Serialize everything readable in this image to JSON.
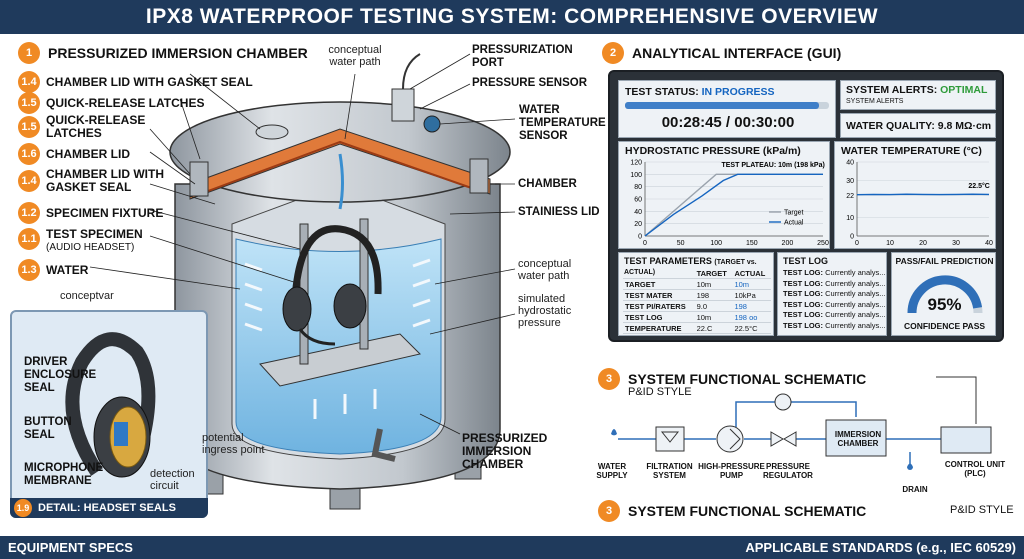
{
  "title": "IPX8 WATERPROOF TESTING SYSTEM: COMPREHENSIVE OVERVIEW",
  "colors": {
    "navy": "#1f3a5c",
    "orange": "#f08a24",
    "water": "#9fd0ee",
    "steel": "#b8bec5",
    "accent_blue": "#1565c0",
    "accent_green": "#2e9b3a"
  },
  "chamber": {
    "number": "1",
    "heading": "PRESSURIZED IMMERSION CHAMBER",
    "left_labels": [
      {
        "num": "1.4",
        "text": "CHAMBER LID WITH GASKET SEAL"
      },
      {
        "num": "1.5",
        "text": "QUICK-RELEASE LATCHES"
      },
      {
        "num": "1.5",
        "text": "QUICK-RELEASE LATCHES"
      },
      {
        "num": "1.6",
        "text": "CHAMBER LID"
      },
      {
        "num": "1.4",
        "text": "CHAMBER LID WITH GASKET SEAL"
      },
      {
        "num": "1.2",
        "text": "SPECIMEN FIXTURE"
      },
      {
        "num": "1.1",
        "text": "TEST SPECIMEN",
        "sub": "(AUDIO HEADSET)"
      },
      {
        "num": "1.3",
        "text": "WATER"
      }
    ],
    "top_label": "conceptual water path",
    "port_label": "PRESSURIZATION PORT",
    "sensor_label": "PRESSURE SENSOR",
    "temp_sensor_label": "WATER TEMPERATURE SENSOR",
    "chamber_label": "CHAMBER",
    "lid_label": "STAINIESS LID",
    "water_path_label": "conceptual water path",
    "hydro_label": "simulated hydrostatic pressure",
    "bottom_label": "PRESSURIZED IMMERSION CHAMBER",
    "concept_label": "conceptvar"
  },
  "detail": {
    "num": "1.9",
    "title": "DETAIL: HEADSET SEALS",
    "labels": [
      "DRIVER ENCLOSURE SEAL",
      "BUTTON SEAL",
      "MICROPHONE MEMBRANE"
    ],
    "ingress": "potential ingress point",
    "circuit": "detection circuit"
  },
  "gui": {
    "number": "2",
    "heading": "ANALYTICAL INTERFACE (GUI)",
    "status_label": "TEST STATUS:",
    "status_value": "IN PROGRESS",
    "progress": 0.95,
    "timer": "00:28:45 / 00:30:00",
    "alerts_label": "SYSTEM ALERTS:",
    "alerts_value": "OPTIMAL",
    "alerts_sub": "SYSTEM ALERTS",
    "water_quality": "WATER QUALITY: 9.8 MΩ·cm",
    "pressure_chart_title": "HYDROSTATIC PRESSURE (kPa/m)",
    "temp_chart_title": "WATER TEMPERATURE (°C)",
    "params_title": "TEST PARAMETERS",
    "params_sub": "(TARGET vs. ACTUAL)",
    "params_headers": [
      "",
      "TARGET",
      "ACTUAL"
    ],
    "params_rows": [
      [
        "TARGET",
        "10m",
        "10m"
      ],
      [
        "TEST MATER",
        "198",
        "10kPa"
      ],
      [
        "TEST PI/RATERS",
        "9.0",
        "198"
      ],
      [
        "TEST LOG",
        "10m",
        "198 oo"
      ],
      [
        "TEMPERATURE",
        "22.C",
        "22.5°C"
      ]
    ],
    "log_title": "TEST LOG",
    "log_rows": [
      [
        "TEST LOG:",
        "Currently analys..."
      ],
      [
        "TEST LOG:",
        "Currently analys..."
      ],
      [
        "TEST LOG:",
        "Currently analys..."
      ],
      [
        "TEST LOG:",
        "Currently analys..."
      ],
      [
        "TEST LOG:",
        "Currently analys..."
      ],
      [
        "TEST LOG:",
        "Currently analys..."
      ]
    ],
    "prediction_title": "PASS/FAIL PREDICTION",
    "prediction_value": "95%",
    "prediction_fraction": 0.95,
    "prediction_label": "CONFIDENCE PASS"
  },
  "chart_data": [
    {
      "type": "line",
      "title": "HYDROSTATIC PRESSURE (kPa/m)",
      "annotation": "TEST PLATEAU: 10m (198 kPa)",
      "xlim": [
        0,
        250
      ],
      "ylim": [
        0,
        120
      ],
      "xticks": [
        "0",
        "50",
        "100",
        "150",
        "200",
        "250"
      ],
      "yticks": [
        "0",
        "20",
        "40",
        "60",
        "80",
        "100",
        "120"
      ],
      "series": [
        {
          "name": "Target",
          "x": [
            0,
            100,
            130,
            250
          ],
          "y": [
            0,
            100,
            100,
            100
          ]
        },
        {
          "name": "Actual",
          "x": [
            0,
            40,
            80,
            110,
            130,
            250
          ],
          "y": [
            0,
            35,
            65,
            90,
            100,
            100
          ]
        }
      ],
      "legend": "bottom-right"
    },
    {
      "type": "line",
      "title": "WATER TEMPERATURE (°C)",
      "annotation": "22.5°C",
      "xlim": [
        0,
        40
      ],
      "ylim": [
        0,
        40
      ],
      "xticks": [
        "0",
        "10",
        "20",
        "30",
        "40"
      ],
      "yticks": [
        "0",
        "10",
        "22",
        "30",
        "40"
      ],
      "series": [
        {
          "x": [
            0,
            5,
            10,
            15,
            20,
            25,
            30,
            35,
            40
          ],
          "y": [
            22.3,
            22.5,
            22.4,
            22.6,
            22.5,
            22.4,
            22.5,
            22.6,
            22.5
          ]
        }
      ]
    }
  ],
  "schematic": {
    "number": "3",
    "heading": "SYSTEM FUNCTIONAL SCHEMATIC",
    "sub": "P&ID STYLE",
    "heading2": "SYSTEM FUNCTIONAL SCHEMATIC",
    "sub2": "P&ID STYLE",
    "nodes": [
      "WATER SUPPLY",
      "FILTRATION SYSTEM",
      "HIGH-PRESSURE PUMP",
      "PRESSURE REGULATOR",
      "IMMERSION CHAMBER",
      "CONTROL UNIT (PLC)",
      "DRAIN"
    ]
  },
  "footer": {
    "left": "EQUIPMENT SPECS",
    "right": "APPLICABLE STANDARDS (e.g., IEC 60529)"
  }
}
